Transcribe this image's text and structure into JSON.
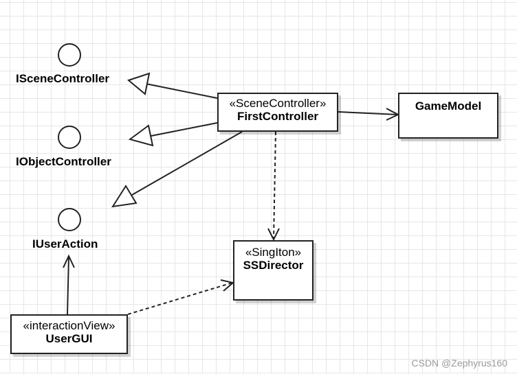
{
  "interfaces": [
    {
      "id": "iscene",
      "label": "ISceneController"
    },
    {
      "id": "iobject",
      "label": "IObjectController"
    },
    {
      "id": "iuser",
      "label": "IUserAction"
    }
  ],
  "classes": {
    "first_controller": {
      "stereotype": "«SceneController»",
      "name": "FirstController"
    },
    "game_model": {
      "name": "GameModel"
    },
    "ss_director": {
      "stereotype": "«SingIton»",
      "name": "SSDirector"
    },
    "user_gui": {
      "stereotype": "«interactionView»",
      "name": "UserGUI"
    }
  },
  "relations": [
    {
      "from": "FirstController",
      "to": "ISceneController",
      "type": "realization"
    },
    {
      "from": "FirstController",
      "to": "IObjectController",
      "type": "realization"
    },
    {
      "from": "FirstController",
      "to": "IUserAction",
      "type": "realization"
    },
    {
      "from": "FirstController",
      "to": "GameModel",
      "type": "association"
    },
    {
      "from": "FirstController",
      "to": "SSDirector",
      "type": "dependency"
    },
    {
      "from": "UserGUI",
      "to": "IUserAction",
      "type": "association"
    },
    {
      "from": "UserGUI",
      "to": "SSDirector",
      "type": "dependency"
    }
  ],
  "watermark": "CSDN @Zephyrus160"
}
